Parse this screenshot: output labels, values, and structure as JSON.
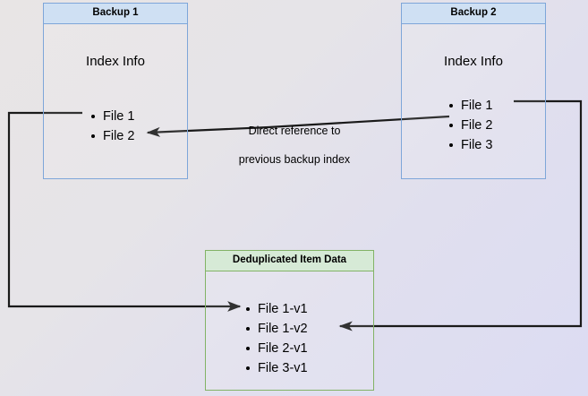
{
  "diagram": {
    "title_semantic": "backup-deduplication-diagram",
    "background": {
      "gradient_from": "#e8e5e5",
      "gradient_to": "#dcdcf3"
    },
    "colors": {
      "blue_border": "#7ea6d9",
      "blue_header": "#cfe0f3",
      "green_border": "#82b366",
      "green_header": "#d6ead6",
      "edge": "#1a1a1a"
    },
    "boxes": [
      {
        "id": "backup-1",
        "header": "Backup 1",
        "section_label": "Index Info",
        "items": [
          "File 1",
          "File 2"
        ]
      },
      {
        "id": "backup-2",
        "header": "Backup 2",
        "section_label": "Index Info",
        "items": [
          "File 1",
          "File 2",
          "File 3"
        ]
      },
      {
        "id": "deduplicated-item-data",
        "header": "Deduplicated Item Data",
        "items": [
          "File 1-v1",
          "File 1-v2",
          "File 2-v1",
          "File 3-v1"
        ]
      }
    ],
    "annotations": [
      {
        "id": "direct-reference-note",
        "line1": "Direct reference to",
        "line2": "previous backup index"
      }
    ]
  }
}
